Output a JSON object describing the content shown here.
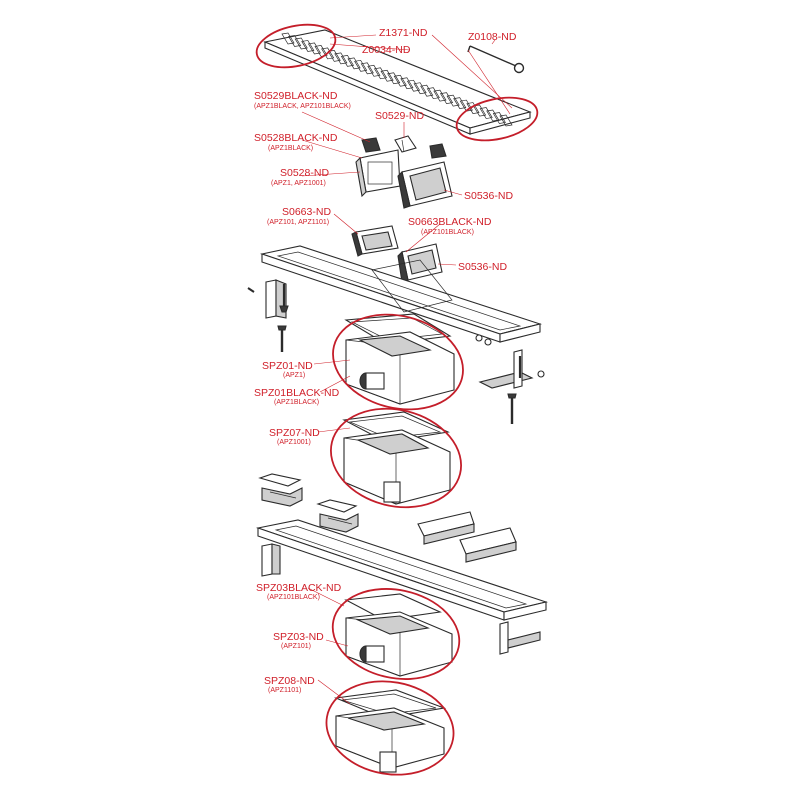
{
  "labels": {
    "z1371": "Z1371-ND",
    "z0108": "Z0108-ND",
    "z0034": "Z0034-ND",
    "s0529black": "S0529BLACK-ND",
    "s0529black_sub": "(APZ1BLACK, APZ101BLACK)",
    "s0529": "S0529-ND",
    "s0528black": "S0528BLACK-ND",
    "s0528black_sub": "(APZ1BLACK)",
    "s0528": "S0528-ND",
    "s0528_sub": "(APZ1, APZ1001)",
    "s0536_a": "S0536-ND",
    "s0663": "S0663-ND",
    "s0663_sub": "(APZ101, APZ1101)",
    "s0663black": "S0663BLACK-ND",
    "s0663black_sub": "(APZ101BLACK)",
    "s0536_b": "S0536-ND",
    "spz01": "SPZ01-ND",
    "spz01_sub": "(APZ1)",
    "spz01black": "SPZ01BLACK-ND",
    "spz01black_sub": "(APZ1BLACK)",
    "spz07": "SPZ07-ND",
    "spz07_sub": "(APZ1001)",
    "spz03black": "SPZ03BLACK-ND",
    "spz03black_sub": "(APZ101BLACK)",
    "spz03": "SPZ03-ND",
    "spz03_sub": "(APZ101)",
    "spz08": "SPZ08-ND",
    "spz08_sub": "(APZ1101)"
  },
  "colors": {
    "label": "#d0202a",
    "ring": "#c41e2a",
    "line": "#2b2b2b"
  }
}
